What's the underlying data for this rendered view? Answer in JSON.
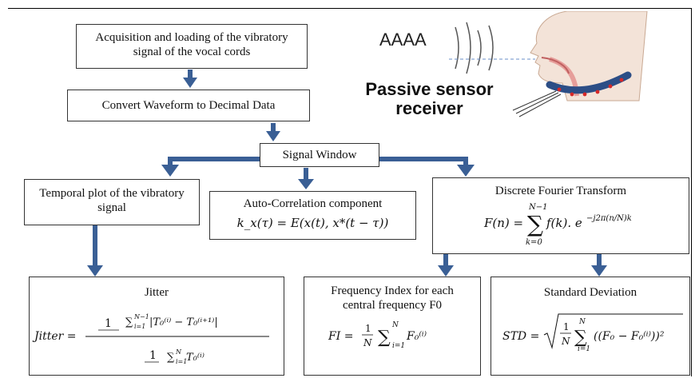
{
  "boxes": {
    "acquisition": "Acquisition and loading of the vibratory signal of the vocal cords",
    "convert": "Convert Waveform to Decimal Data",
    "window": "Signal Window",
    "temporal": "Temporal plot of the vibratory signal",
    "autocorr_title": "Auto-Correlation component",
    "autocorr_formula": "k_x(τ) = E(x(t), x*(t − τ))",
    "dft_title": "Discrete Fourier Transform",
    "jitter_title": "Jitter",
    "fi_title": "Frequency Index for each central frequency F0",
    "std_title": "Standard Deviation"
  },
  "illustration": {
    "sound_label": "AAAA",
    "sensor_label": "Passive sensor receiver"
  },
  "colors": {
    "arrow": "#3a5f95",
    "sensor_band": "#2c4e86",
    "sensor_dot": "#d62828"
  }
}
